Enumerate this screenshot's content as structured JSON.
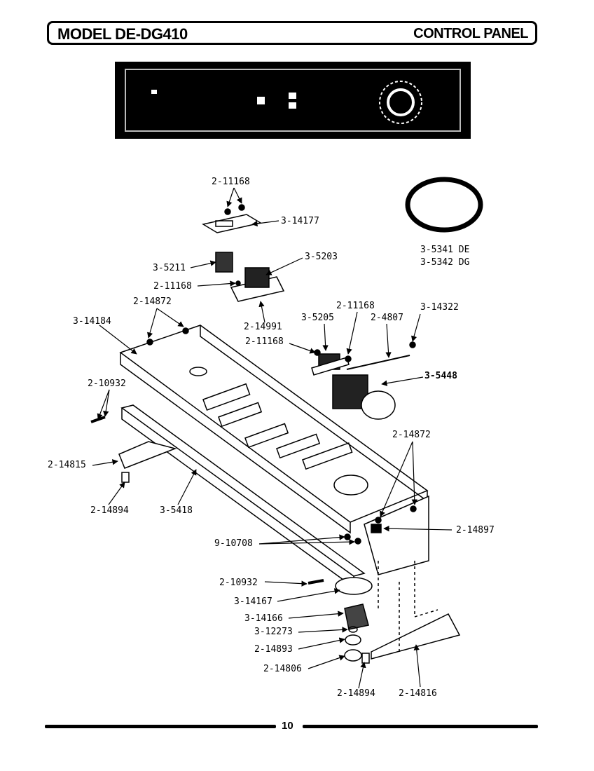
{
  "header": {
    "model": "MODEL DE-DG410",
    "section": "CONTROL PANEL"
  },
  "parts": {
    "p1": "2-11168",
    "p2": "3-14177",
    "p3": "3-5211",
    "p4": "3-5203",
    "p5": "2-11168",
    "p6": "3-5341 DE",
    "p7": "3-5342 DG",
    "p8": "2-14872",
    "p9": "3-14184",
    "p10": "2-14991",
    "p11": "2-11168",
    "p12": "3-14322",
    "p13": "3-5205",
    "p14": "2-4807",
    "p15": "2-11168",
    "p16": "3-5448",
    "p17": "2-10932",
    "p18": "2-14872",
    "p19": "2-14815",
    "p20": "2-14894",
    "p21": "3-5418",
    "p22": "2-14897",
    "p23": "9-10708",
    "p24": "2-10932",
    "p25": "3-14167",
    "p26": "3-14166",
    "p27": "3-12273",
    "p28": "2-14893",
    "p29": "2-14806",
    "p30": "2-14894",
    "p31": "2-14816"
  },
  "footer": {
    "page": "10"
  }
}
